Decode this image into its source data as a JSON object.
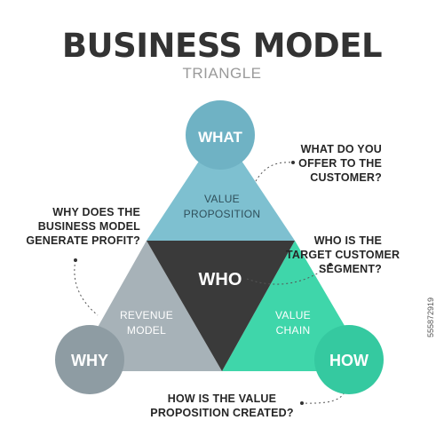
{
  "title": "BUSINESS MODEL",
  "subtitle": "TRIANGLE",
  "nodes": {
    "what": "WHAT",
    "why": "WHY",
    "how": "HOW",
    "who": "WHO"
  },
  "regions": {
    "value_proposition": [
      "VALUE",
      "PROPOSITION"
    ],
    "revenue_model": [
      "REVENUE",
      "MODEL"
    ],
    "value_chain": [
      "VALUE",
      "CHAIN"
    ]
  },
  "questions": {
    "what": [
      "WHAT DO YOU",
      "OFFER TO THE",
      "CUSTOMER?"
    ],
    "why": [
      "WHY DOES THE",
      "BUSINESS MODEL",
      "GENERATE PROFIT?"
    ],
    "who": [
      "WHO IS THE",
      "TARGET CUSTOMER",
      "SEGMENT?"
    ],
    "how": [
      "HOW IS THE VALUE",
      "PROPOSITION CREATED?"
    ]
  },
  "watermark": "555872919",
  "colors": {
    "title": "#333333",
    "top_region": "#7ec0d0",
    "what_circle": "#6fb2c4",
    "left_region": "#a7b2b8",
    "why_circle": "#8e9ca3",
    "right_region": "#3fd6aa",
    "how_circle": "#35c9a0",
    "center": "#3a3a3a"
  }
}
